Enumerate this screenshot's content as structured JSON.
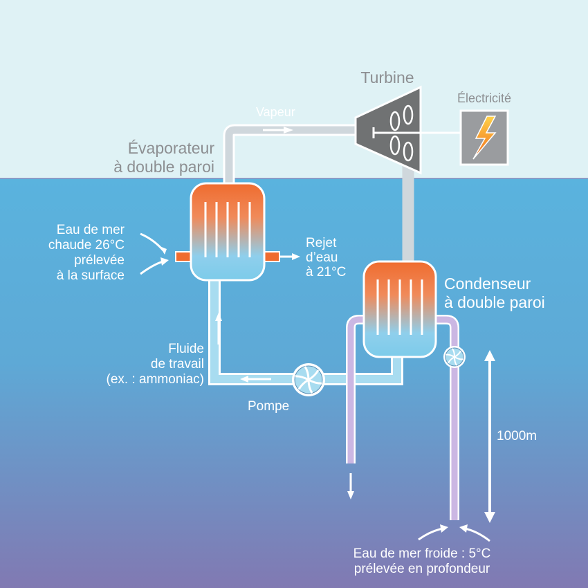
{
  "labels": {
    "turbine": "Turbine",
    "electricity": "Électricité",
    "vapor": "Vapeur",
    "evaporator_line1": "Évaporateur",
    "evaporator_line2": "à double paroi",
    "warm_water_line1": "Eau de mer",
    "warm_water_line2": "chaude 26°C",
    "warm_water_line3": "prélevée",
    "warm_water_line4": "à la surface",
    "discharge_line1": "Rejet",
    "discharge_line2": "d’eau",
    "discharge_line3": "à 21°C",
    "condenser_line1": "Condenseur",
    "condenser_line2": "à double paroi",
    "fluid_line1": "Fluide",
    "fluid_line2": "de travail",
    "fluid_line3": "(ex. : ammoniac)",
    "pump": "Pompe",
    "depth": "1000m",
    "cold_water_line1": "Eau de mer froide : 5°C",
    "cold_water_line2": "prélevée en profondeur"
  },
  "icons": {
    "turbine": "turbine-fan-icon",
    "electricity": "lightning-bolt-icon",
    "pump_main": "pump-icon",
    "pump_cold": "pump-icon"
  },
  "colors": {
    "sky": "#dff2f5",
    "sea_top": "#5ab3de",
    "sea_bottom": "#8179b2",
    "pipe_vapor": "#cfd7dc",
    "pipe_fluid": "#a8dcf0",
    "pipe_cold": "#cbb7e3",
    "exchanger_hot": "#ef6c2f",
    "exchanger_cool": "#7ccbea",
    "turbine": "#707273",
    "text_gray": "#8d8f92"
  }
}
